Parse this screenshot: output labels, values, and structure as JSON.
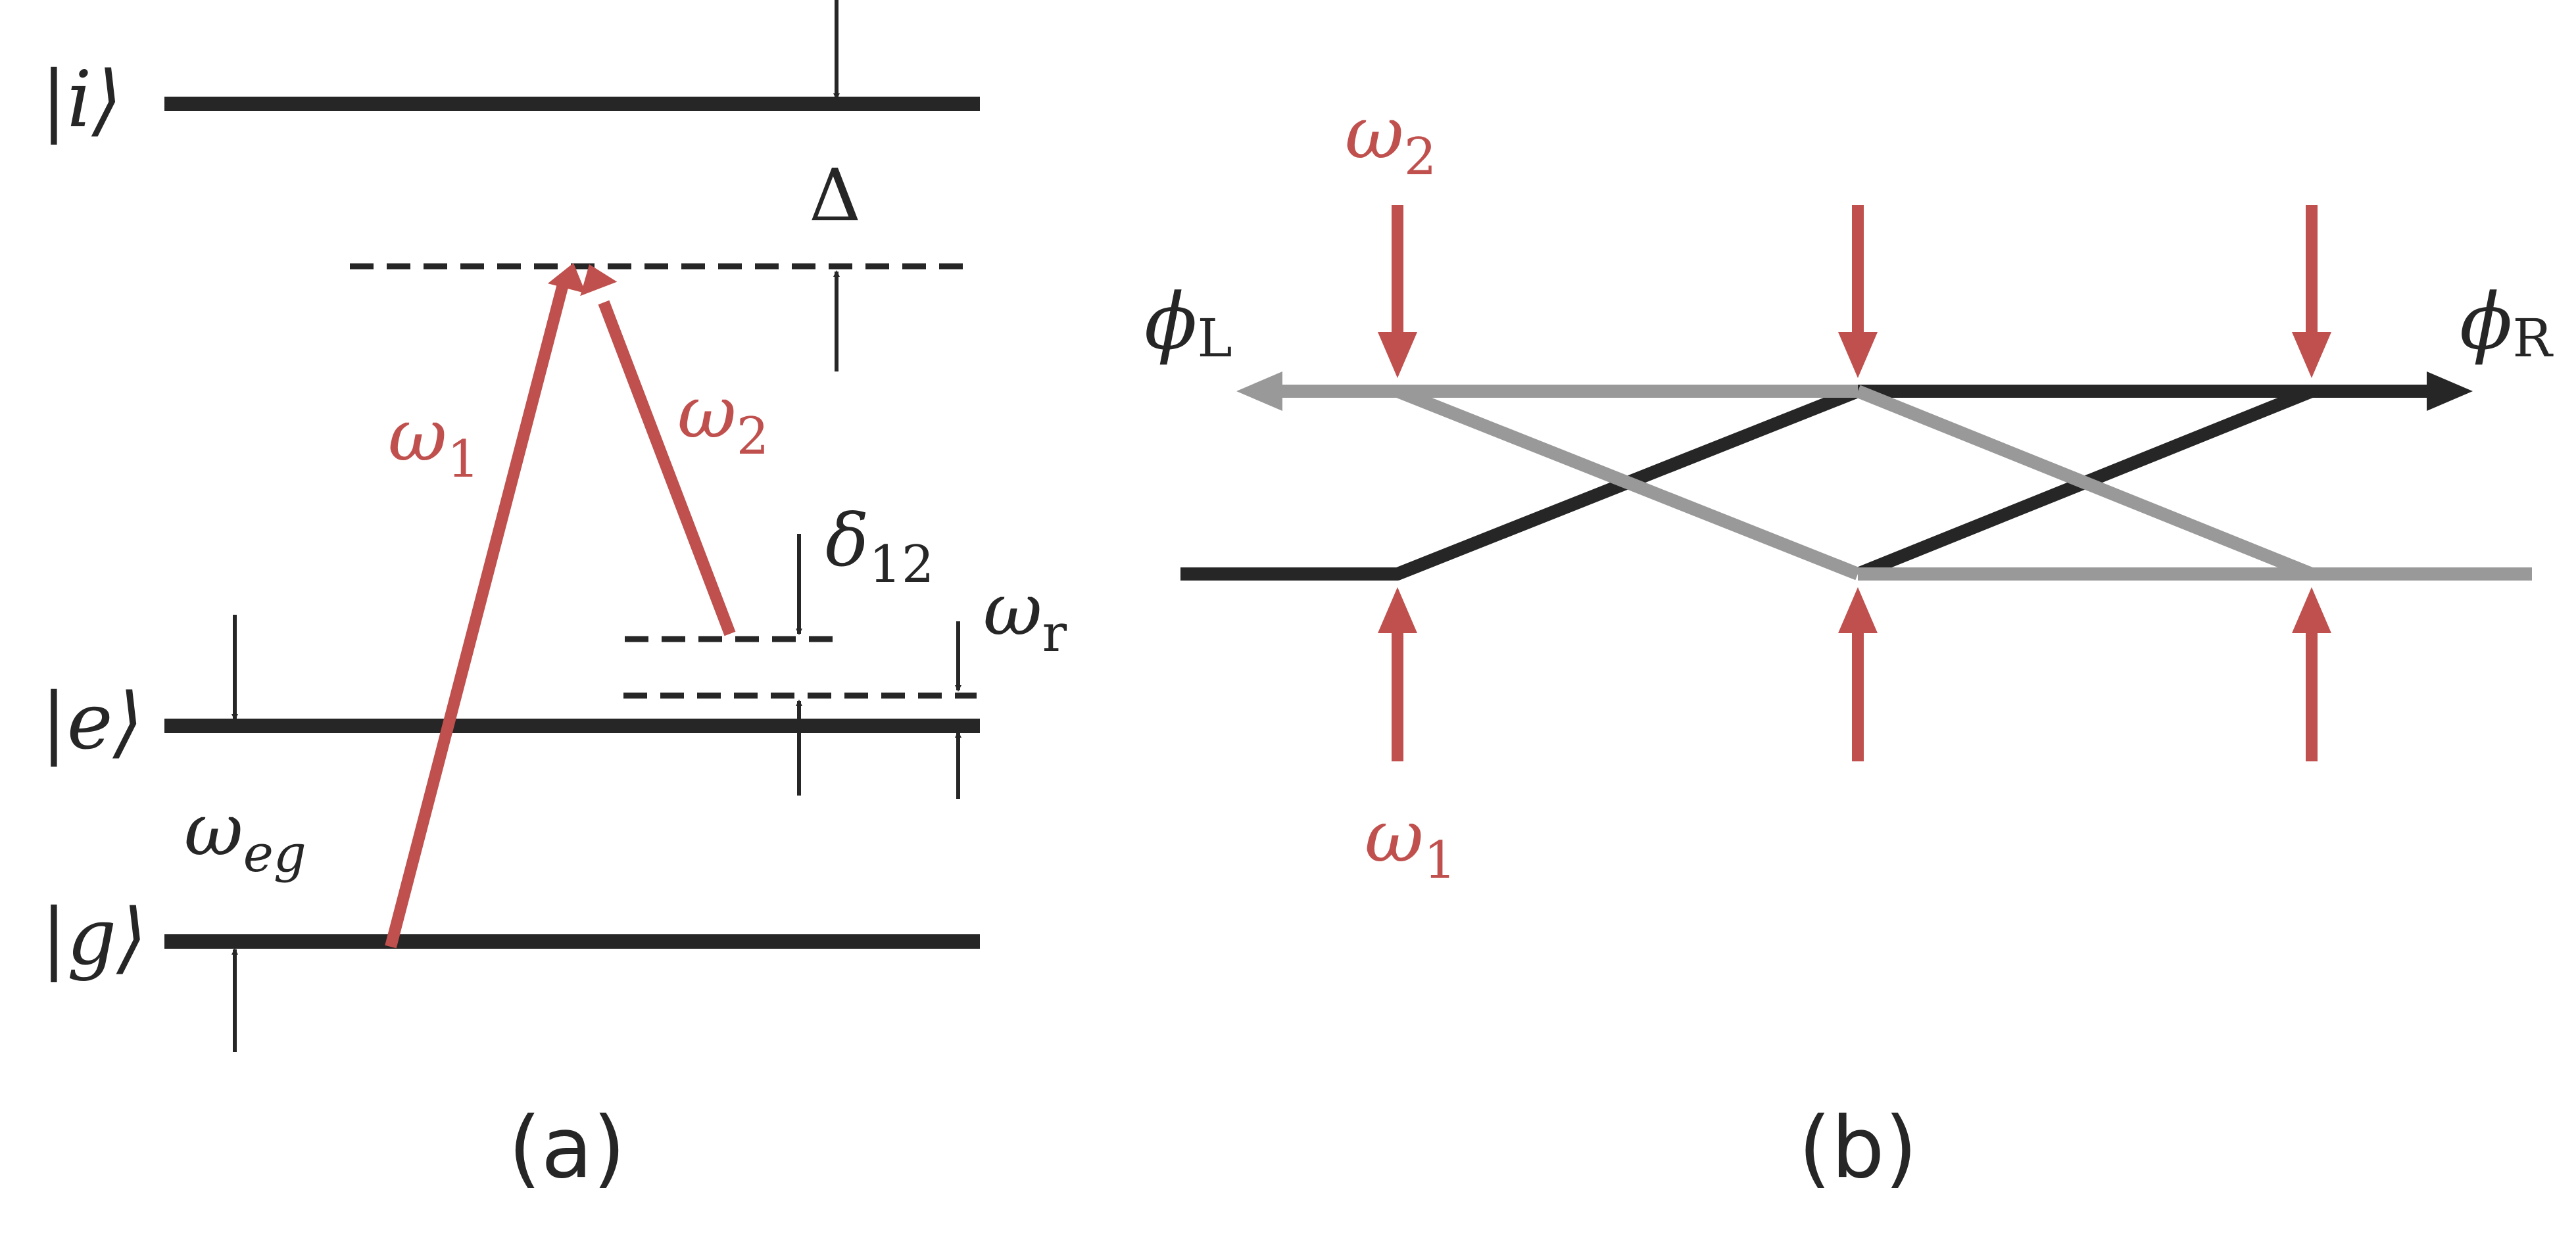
{
  "colors": {
    "ink": "#262626",
    "red": "#c0504d",
    "gray": "#999999"
  },
  "panel_a": {
    "caption": "(a)",
    "levels": {
      "i": {
        "label": "|i⟩"
      },
      "e": {
        "label": "|e⟩"
      },
      "g": {
        "label": "|g⟩"
      }
    },
    "labels": {
      "omega1": {
        "sym": "ω",
        "sub": "1"
      },
      "omega2": {
        "sym": "ω",
        "sub": "2"
      },
      "delta12": {
        "sym": "δ",
        "sub": "12"
      },
      "omega_r": {
        "sym": "ω",
        "sub": "r"
      },
      "omega_eg": {
        "sym": "ω",
        "sub": "eg"
      },
      "Delta": {
        "sym": "Δ"
      }
    }
  },
  "panel_b": {
    "caption": "(b)",
    "labels": {
      "phi_L": {
        "sym": "ϕ",
        "sub": "L"
      },
      "phi_R": {
        "sym": "ϕ",
        "sub": "R"
      },
      "omega1": {
        "sym": "ω",
        "sub": "1"
      },
      "omega2": {
        "sym": "ω",
        "sub": "2"
      }
    }
  }
}
